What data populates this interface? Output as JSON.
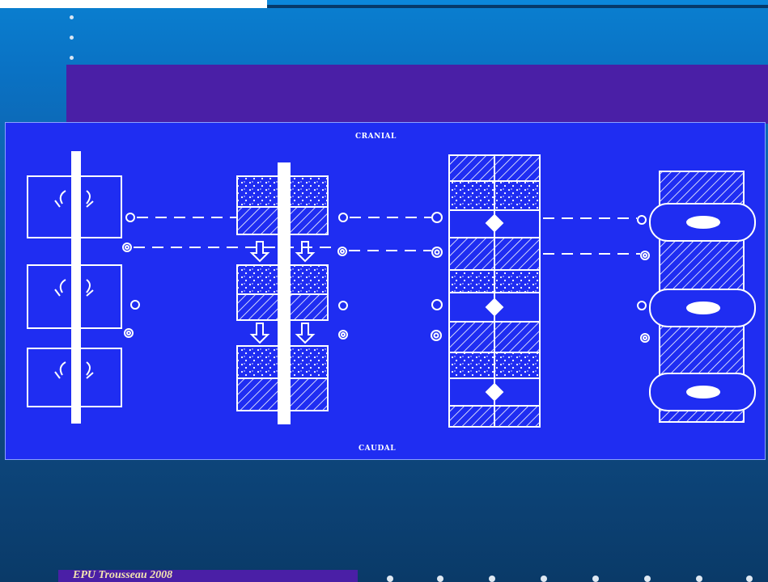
{
  "slide": {
    "bullets": [
      "",
      "",
      ""
    ],
    "footer": "EPU Trousseau 2008"
  },
  "figure": {
    "label_top": "CRANIAL",
    "label_bottom": "CAUDAL",
    "stages": [
      "notochord-with-sclerotome-blocks",
      "sclerotome-resegmentation",
      "vertebral-bodies-with-disc-anlage",
      "mature-vertebrae-with-discs"
    ]
  },
  "colors": {
    "figure_bg": "#1f2df2",
    "line": "#ffffff",
    "band": "#4a1fa6",
    "footer_text": "#f4e6b0"
  }
}
